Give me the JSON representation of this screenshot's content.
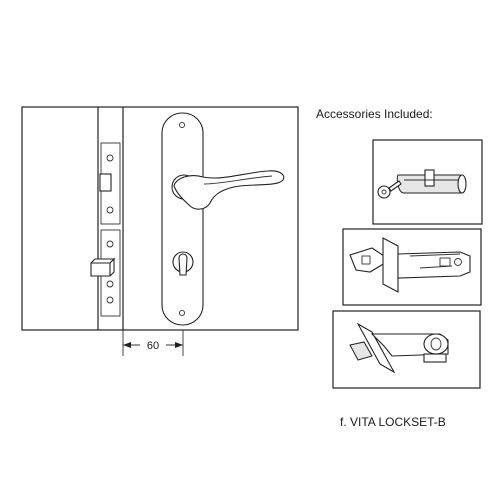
{
  "diagram": {
    "dimension_label": "60",
    "accessories_heading": "Accessories Included:",
    "product_caption": "f. VITA LOCKSET-B"
  },
  "icons": {
    "lever_handle": "lever-handle-icon",
    "euro_cylinder": "euro-cylinder-icon",
    "key": "key-icon",
    "latch": "tubular-latch-icon",
    "privacy_bolt": "privacy-bolt-icon"
  }
}
